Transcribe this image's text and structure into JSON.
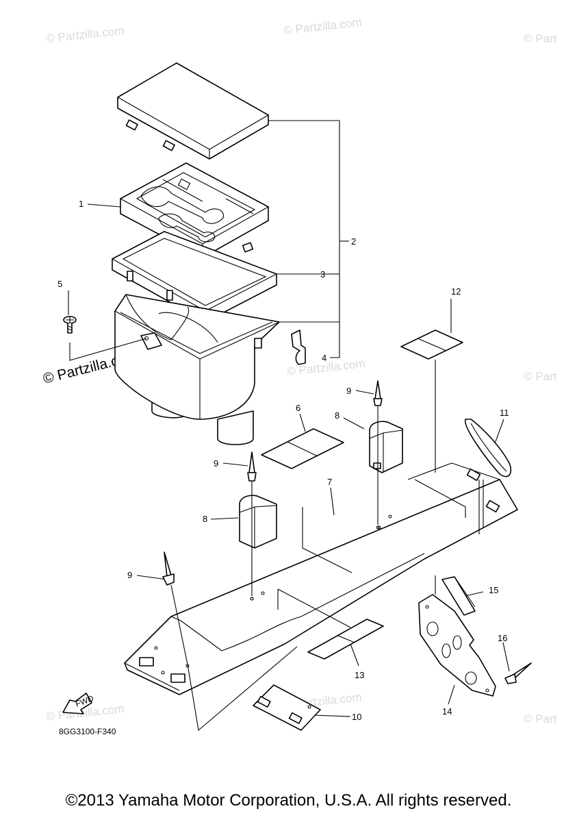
{
  "watermarks": {
    "small": "© Partzilla.com",
    "edge": "© Part",
    "large": "© Partzilla.com"
  },
  "callouts": {
    "c1": "1",
    "c2": "2",
    "c3": "3",
    "c4": "4",
    "c5": "5",
    "c6": "6",
    "c7": "7",
    "c8a": "8",
    "c8b": "8",
    "c9a": "9",
    "c9b": "9",
    "c9c": "9",
    "c10": "10",
    "c11": "11",
    "c12": "12",
    "c13": "13",
    "c14": "14",
    "c15": "15",
    "c16": "16"
  },
  "fwd_label": "FWD",
  "diagram_code": "8GG3100-F340",
  "copyright": "©2013 Yamaha Motor Corporation, U.S.A. All rights reserved.",
  "colors": {
    "line": "#000000",
    "watermark": "#d9d9d9",
    "background": "#ffffff"
  }
}
